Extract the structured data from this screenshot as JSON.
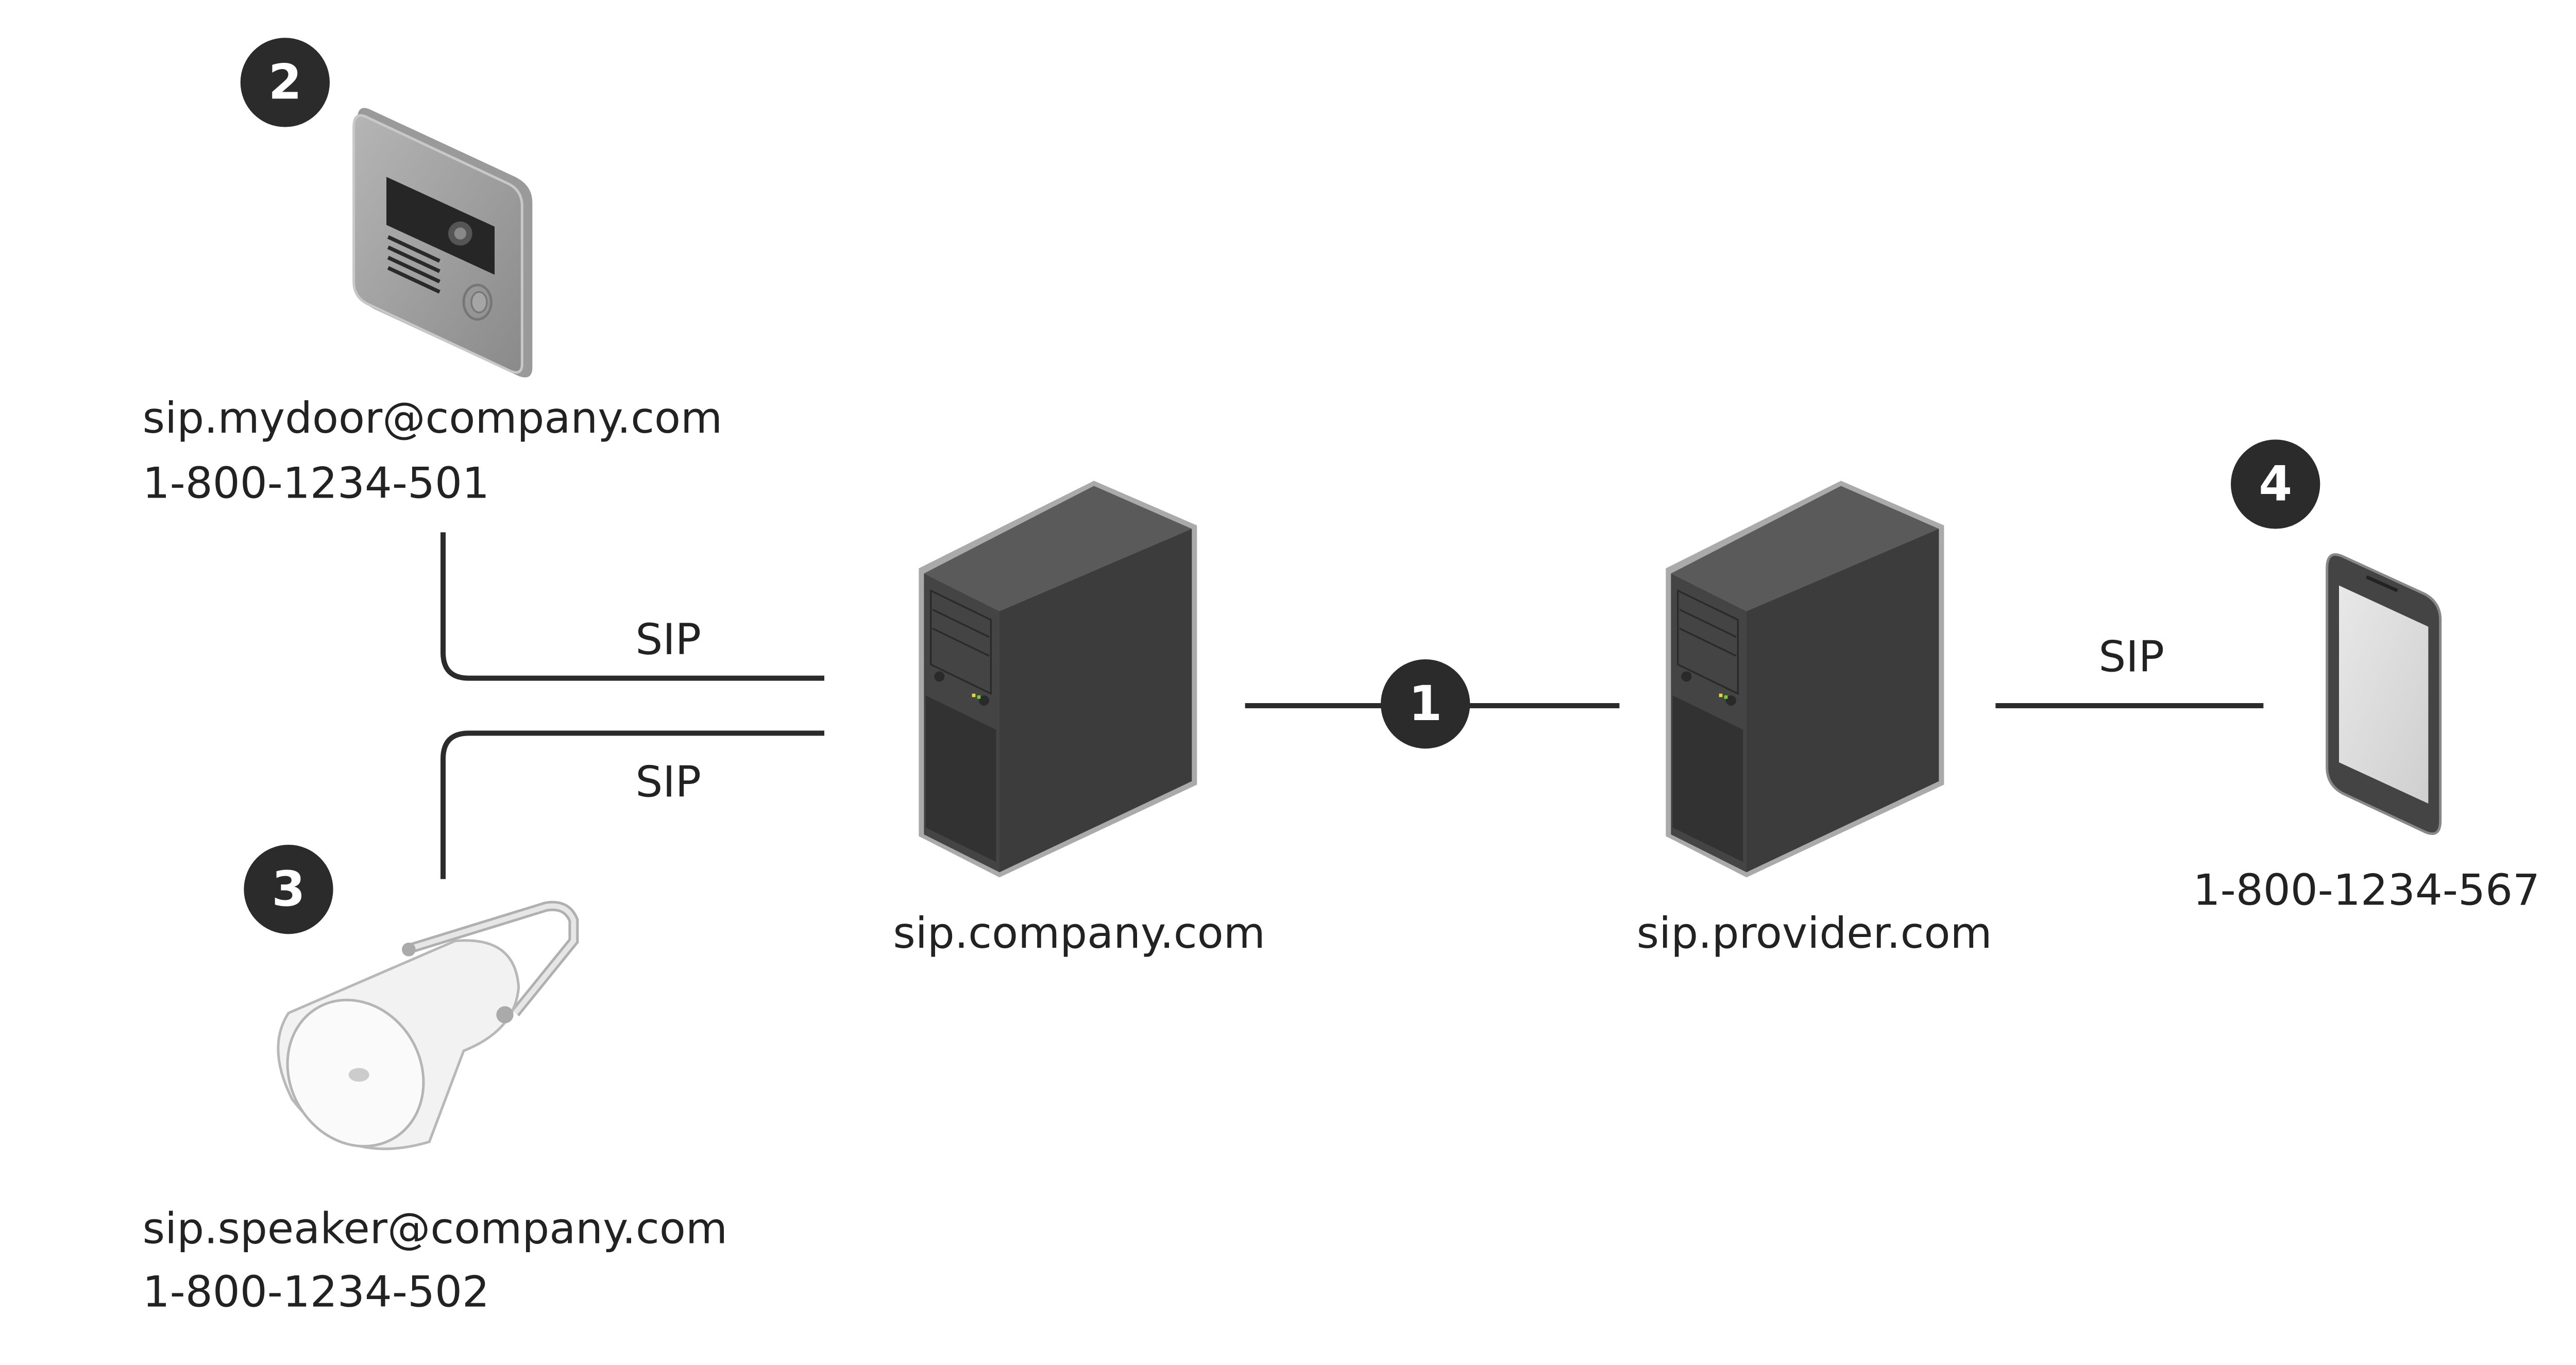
{
  "devices": {
    "door_station": {
      "badge": "2",
      "address": "sip.mydoor@company.com",
      "number": "1-800-1234-501"
    },
    "speaker": {
      "badge": "3",
      "address": "sip.speaker@company.com",
      "number": "1-800-1234-502"
    },
    "company_server": {
      "label": "sip.company.com"
    },
    "provider_server": {
      "label": "sip.provider.com"
    },
    "phone": {
      "badge": "4",
      "number": "1-800-1234-567"
    }
  },
  "links": {
    "door_to_server": "SIP",
    "speaker_to_server": "SIP",
    "trunk_badge": "1",
    "provider_to_phone": "SIP"
  },
  "colors": {
    "badge": "#2b2b2b",
    "server": "#3c3c3c",
    "line": "#2b2b2b"
  }
}
